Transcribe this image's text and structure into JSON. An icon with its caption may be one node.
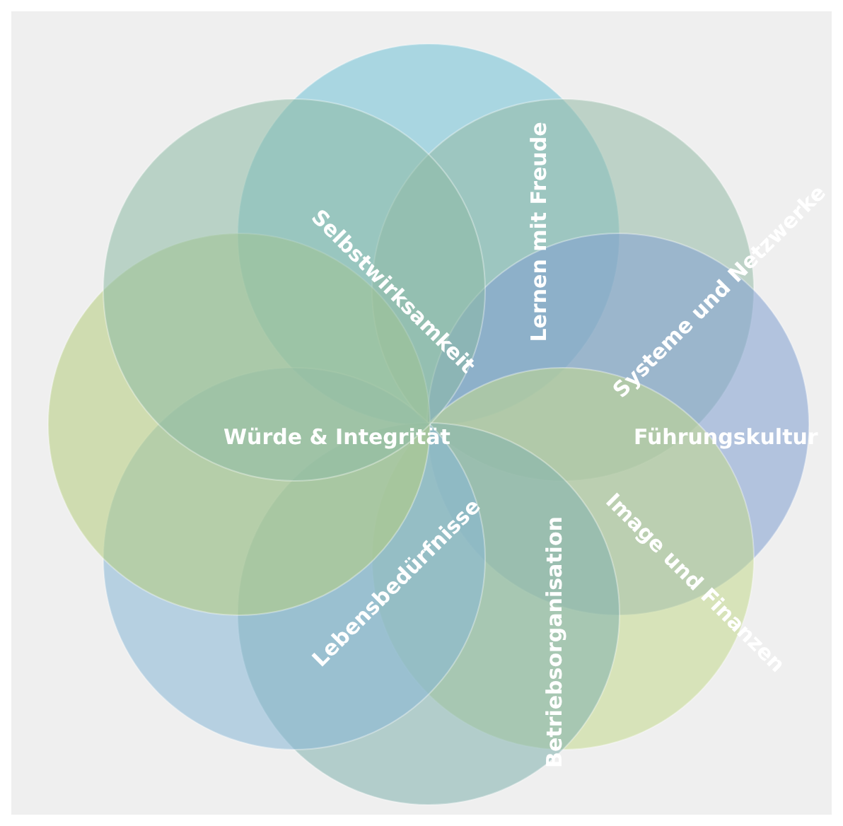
{
  "diagram": {
    "nodes": [
      {
        "text": [
          "Lernen mit Freude"
        ]
      },
      {
        "text": [
          "Systeme und Netzwerke"
        ]
      },
      {
        "text": [
          "Führungskultur"
        ]
      },
      {
        "text": [
          "Image und Finanzen"
        ]
      },
      {
        "text": [
          "Betriebsorganisation"
        ]
      },
      {
        "text": [
          "Lebensbedürfnisse"
        ]
      },
      {
        "text": [
          "Würde & Integrität"
        ]
      },
      {
        "text": [
          "Selbstwirksamkeit"
        ]
      }
    ]
  }
}
